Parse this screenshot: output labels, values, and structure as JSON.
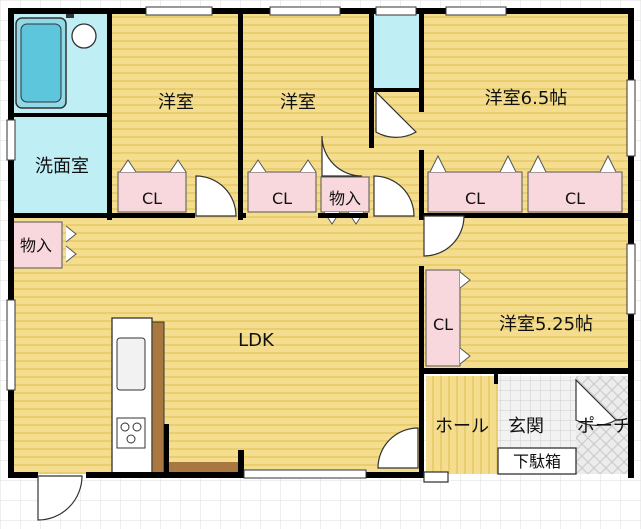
{
  "rooms": {
    "bedroom_left": "洋室",
    "bedroom_mid": "洋室",
    "bedroom_65": "洋室6.5帖",
    "bedroom_525": "洋室5.25帖",
    "washroom": "洗面室",
    "ldk": "LDK",
    "hall": "ホール",
    "entrance": "玄関",
    "porch": "ポーチ",
    "shoe_box": "下駄箱"
  },
  "storage": {
    "cl_1": "CL",
    "cl_2": "CL",
    "cl_3": "CL",
    "cl_4": "CL",
    "cl_5": "CL",
    "storage_1": "物入",
    "storage_2": "物入"
  },
  "colors": {
    "wood_floor": "#f4dd8e",
    "wood_stripe": "#e6c760",
    "wet_area": "#bfeef5",
    "closet": "#f8d8dc",
    "kitchen_wood": "#a87840",
    "wall": "#000000",
    "grid": "#dddddd",
    "tile": "#e8e8e8"
  }
}
